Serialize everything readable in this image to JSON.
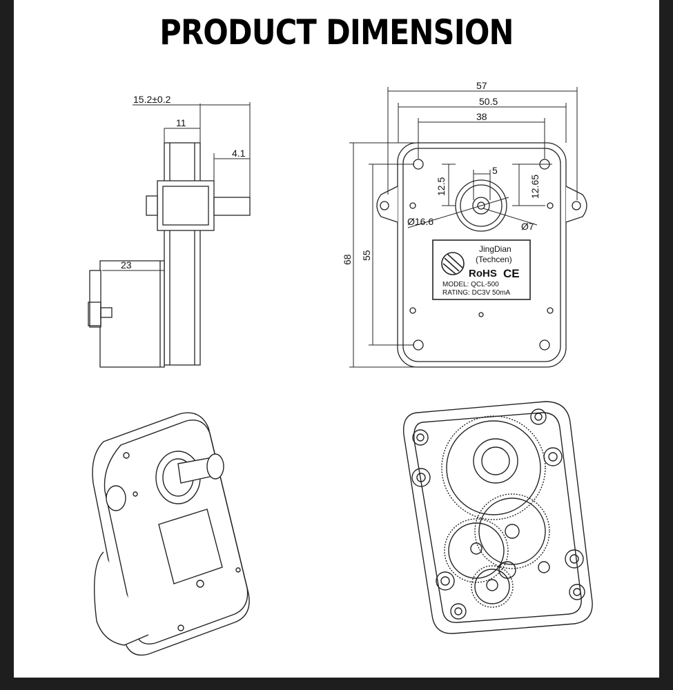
{
  "title": "PRODUCT DIMENSION",
  "side_view": {
    "dims": {
      "shaft_total": "15.2±0.2",
      "body_width": "11",
      "shaft_offset": "4.1",
      "motor_length": "23"
    }
  },
  "front_view": {
    "dims": {
      "overall_width": "57",
      "mount_hole_spacing": "50.5",
      "screw_spacing": "38",
      "hole_to_center_left": "12.5",
      "hole_to_center_right": "12.65",
      "shaft_flat": "5",
      "boss_diameter": "Ø16.6",
      "shaft_diameter": "Ø7",
      "overall_height": "68",
      "body_height": "55"
    },
    "label": {
      "brand": "JingDian",
      "sub_brand": "(Techcen)",
      "rohs": "RoHS",
      "ce": "CE",
      "model": "MODEL: QCL-500",
      "rating": "RATING: DC3V  50mA"
    }
  }
}
